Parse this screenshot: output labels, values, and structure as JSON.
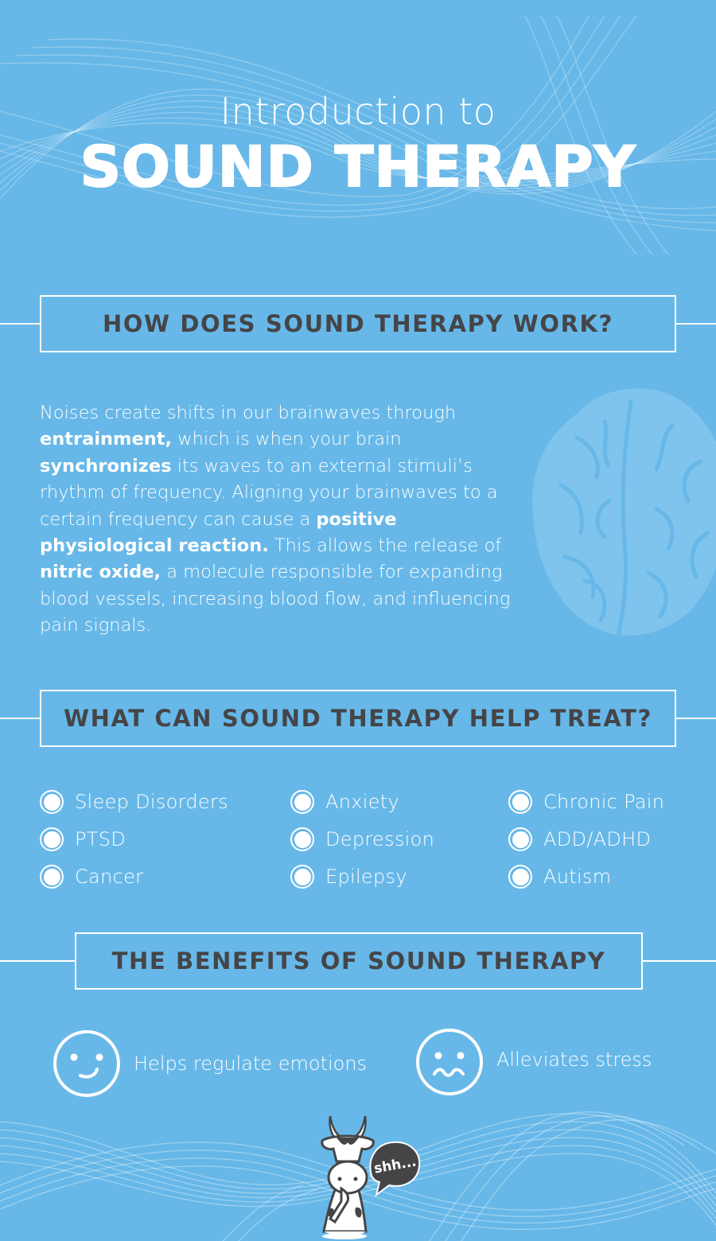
{
  "colors": {
    "background": "#67b8e8",
    "heading_text": "#454548",
    "text": "#ffffff",
    "brain": "#7fc4ec"
  },
  "hero": {
    "subtitle": "Introduction to",
    "title": "SOUND THERAPY"
  },
  "sections": [
    {
      "heading": "HOW DOES SOUND THERAPY WORK?",
      "paragraph": [
        {
          "text": "Noises create shifts in our brainwaves through ",
          "bold": false
        },
        {
          "text": "entrainment,",
          "bold": true
        },
        {
          "text": " which is when your brain ",
          "bold": false
        },
        {
          "text": "synchronizes",
          "bold": true
        },
        {
          "text": " its waves to an external stimuli’s rhythm of frequency. Aligning your brainwaves to a certain frequency can cause a ",
          "bold": false
        },
        {
          "text": "positive physiological reaction.",
          "bold": true
        },
        {
          "text": " This allows the release of ",
          "bold": false
        },
        {
          "text": "nitric oxide,",
          "bold": true
        },
        {
          "text": " a molecule responsible for expanding blood vessels, increasing blood flow, and influencing pain signals.",
          "bold": false
        }
      ],
      "illustration": "brain-icon"
    },
    {
      "heading": "WHAT CAN SOUND THERAPY HELP TREAT?",
      "conditions": [
        {
          "label": "Sleep Disorders",
          "icon": "radio-filled-icon"
        },
        {
          "label": "Anxiety",
          "icon": "radio-filled-icon"
        },
        {
          "label": "Chronic Pain",
          "icon": "radio-filled-icon"
        },
        {
          "label": "PTSD",
          "icon": "radio-filled-icon"
        },
        {
          "label": "Depression",
          "icon": "radio-filled-icon"
        },
        {
          "label": "ADD/ADHD",
          "icon": "radio-filled-icon"
        },
        {
          "label": "Cancer",
          "icon": "radio-filled-icon"
        },
        {
          "label": "Epilepsy",
          "icon": "radio-filled-icon"
        },
        {
          "label": "Autism",
          "icon": "radio-filled-icon"
        }
      ]
    },
    {
      "heading": "THE BENEFITS OF SOUND THERAPY",
      "benefits": [
        {
          "label": "Helps regulate emotions",
          "icon": "smiley-face-icon"
        },
        {
          "label": "Alleviates stress",
          "icon": "wavy-mouth-face-icon"
        }
      ]
    }
  ],
  "footer": {
    "mascot": "cow-mascot",
    "speech_bubble": "shh..."
  }
}
